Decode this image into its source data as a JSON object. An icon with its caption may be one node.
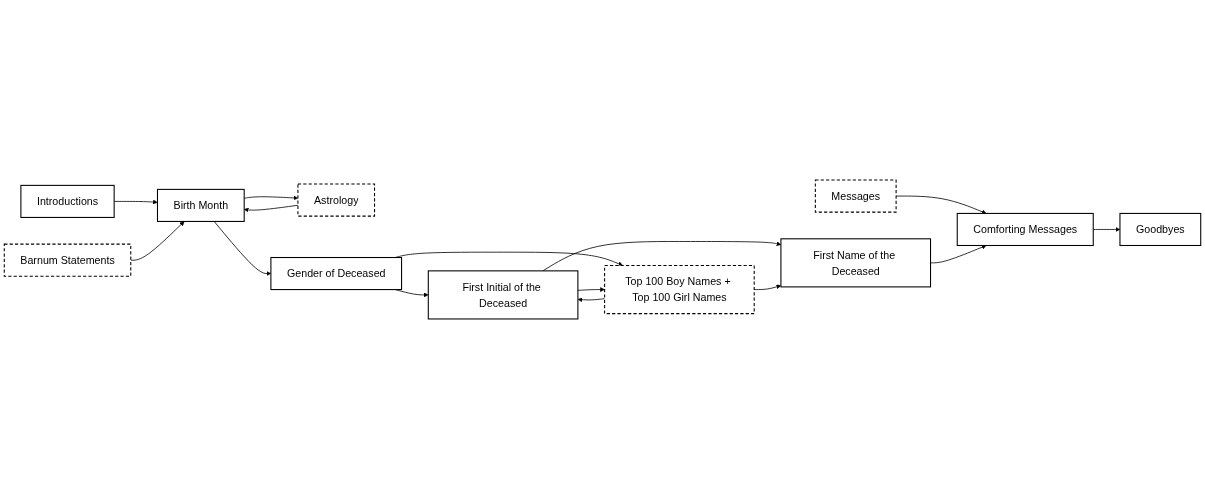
{
  "diagram": {
    "nodes": [
      {
        "text": [
          "Introductions"
        ]
      },
      {
        "text": [
          "Birth Month"
        ]
      },
      {
        "text": [
          "Astrology"
        ]
      },
      {
        "text": [
          "Barnum Statements"
        ]
      },
      {
        "text": [
          "Gender of Deceased"
        ]
      },
      {
        "text": [
          "Top 100 Boy Names + Top 100 Girl Names"
        ]
      },
      {
        "text": [
          "First Initial of the Deceased"
        ]
      },
      {
        "text": [
          "First Name of the Deceased"
        ]
      },
      {
        "text": [
          "Messages"
        ]
      },
      {
        "text": [
          "Goodbyes"
        ]
      },
      {
        "text": [
          "Comforting Messages"
        ]
      }
    ],
    "edges": [
      {
        "from": 0,
        "to": 1,
        "arrow": "to"
      },
      {
        "from": 1,
        "to": 2,
        "arrow": "to"
      },
      {
        "from": 2,
        "to": 1,
        "arrow": "to"
      },
      {
        "from": 3,
        "to": 1,
        "arrow": "to"
      },
      {
        "from": 1,
        "to": 4,
        "arrow": "to"
      },
      {
        "from": 4,
        "to": 6,
        "arrow": "to"
      },
      {
        "from": 4,
        "to": 5,
        "arrow": "to"
      },
      {
        "from": 5,
        "to": 6,
        "arrow": "to"
      },
      {
        "from": 6,
        "to": 5,
        "arrow": "to"
      },
      {
        "from": 6,
        "to": 7,
        "arrow": "to"
      },
      {
        "from": 5,
        "to": 7,
        "arrow": "to"
      },
      {
        "from": 8,
        "to": 10,
        "arrow": "to"
      },
      {
        "from": 7,
        "to": 10,
        "arrow": "to"
      },
      {
        "from": 10,
        "to": 9,
        "arrow": "to"
      }
    ]
  }
}
